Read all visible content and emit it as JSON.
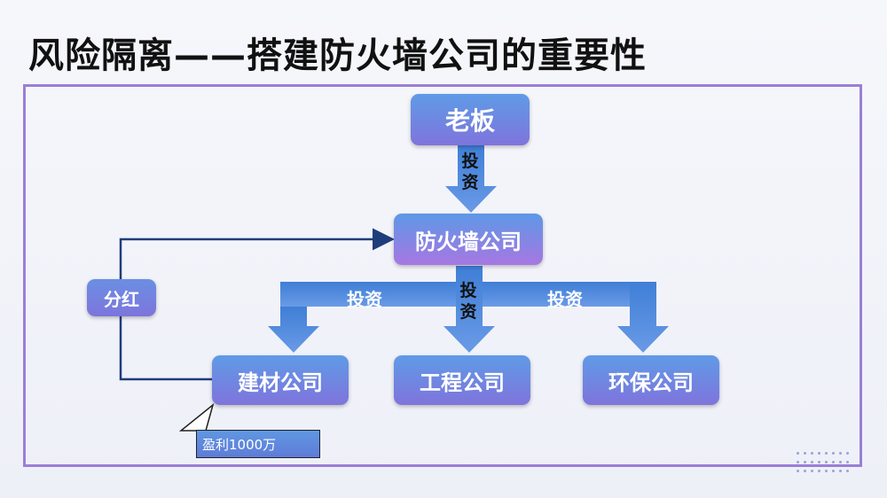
{
  "title": "风险隔离——搭建防火墙公司的重要性",
  "nodes": {
    "boss": "老板",
    "firewall": "防火墙公司",
    "building": "建材公司",
    "engineering": "工程公司",
    "environmental": "环保公司"
  },
  "labels": {
    "invest_top": "投资",
    "invest_left": "投资",
    "invest_center": "投资",
    "invest_right": "投资",
    "dividend": "分红",
    "profit": "盈利1000万"
  },
  "colors": {
    "frame": "#9a7fd6",
    "arrow": "#4f86d8",
    "line": "#1f3d7a"
  }
}
